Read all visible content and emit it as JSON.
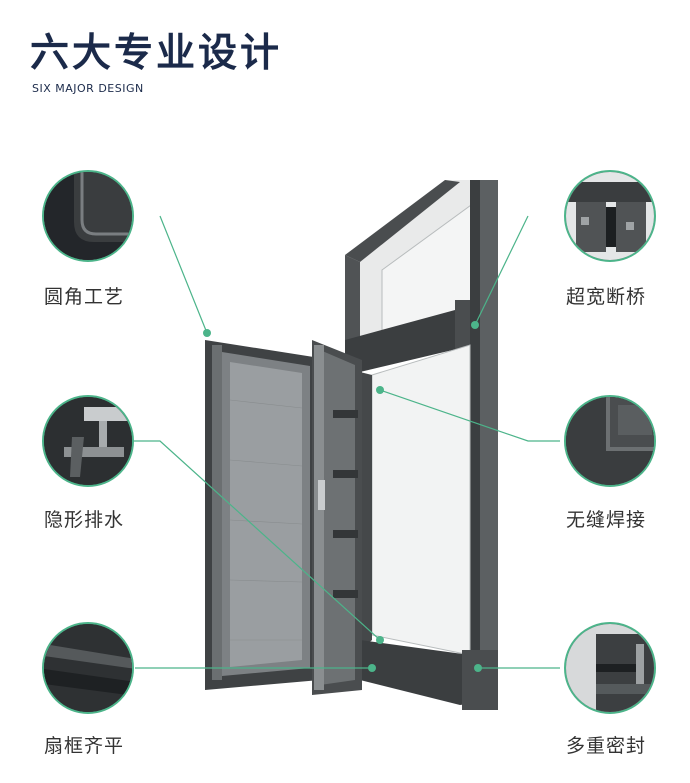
{
  "header": {
    "title_cn": "六大专业设计",
    "title_en": "SIX MAJOR DESIGN"
  },
  "features": [
    {
      "label": "圆角工艺",
      "side": "left"
    },
    {
      "label": "隐形排水",
      "side": "left"
    },
    {
      "label": "扇框齐平",
      "side": "left"
    },
    {
      "label": "超宽断桥",
      "side": "right"
    },
    {
      "label": "无缝焊接",
      "side": "right"
    },
    {
      "label": "多重密封",
      "side": "right"
    }
  ],
  "colors": {
    "title": "#1b2a4a",
    "accent_line": "#4cb48a",
    "frame": "#3b3e40"
  }
}
